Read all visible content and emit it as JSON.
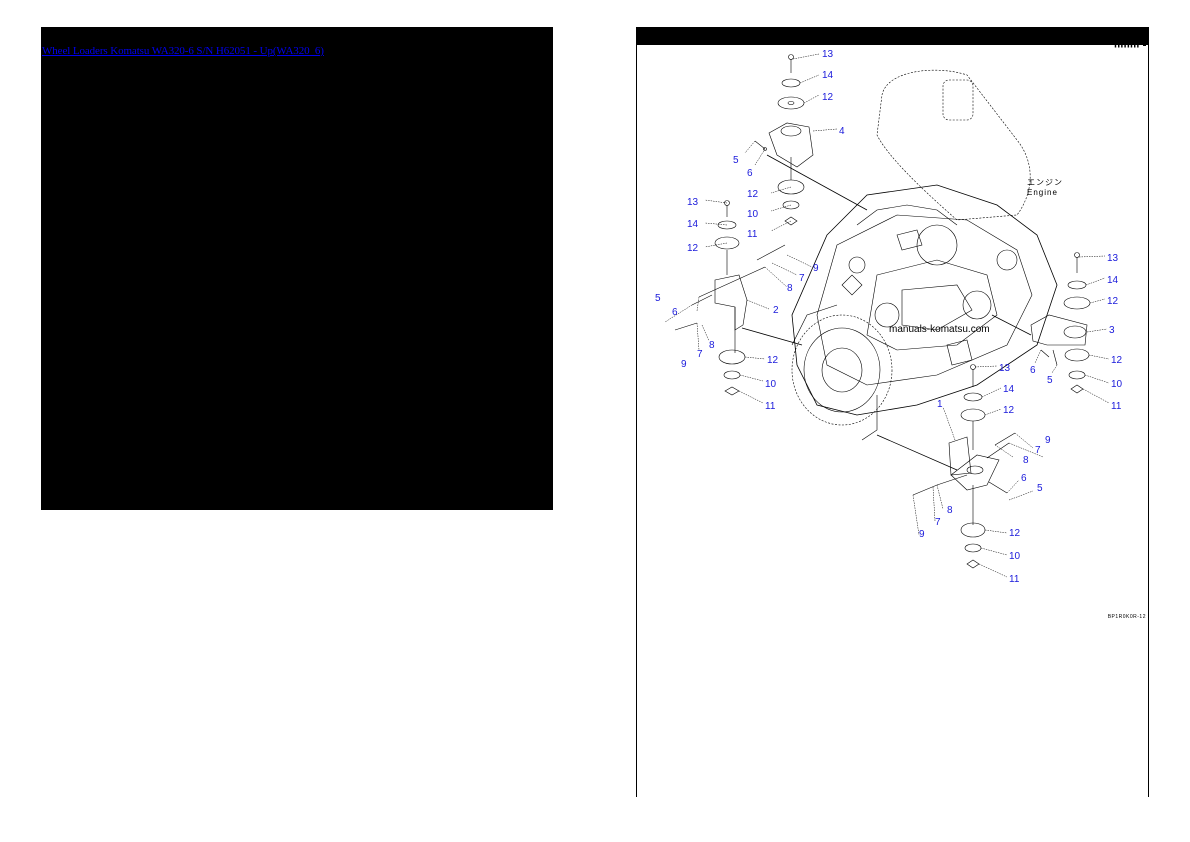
{
  "left_panel": {
    "link_text": "Wheel Loaders Komatsu WA320-6 S/N H62051 - Up(WA320_6)",
    "link_color": "#0000ee",
    "background": "#000000"
  },
  "right_panel": {
    "header_code": "▮▮▮▮▮▮▮▮",
    "footer_code": "BP1R0K0R-12",
    "diagram": {
      "engine_label_jp": "エンジン",
      "engine_label_en": "Engine",
      "watermark": "manuals-komatsu.com",
      "callout_color": "#1a1adb",
      "callouts": [
        {
          "id": "c1",
          "label": "13"
        },
        {
          "id": "c2",
          "label": "14"
        },
        {
          "id": "c3",
          "label": "12"
        },
        {
          "id": "c4",
          "label": "4"
        },
        {
          "id": "c5",
          "label": "5"
        },
        {
          "id": "c6",
          "label": "6"
        },
        {
          "id": "c7",
          "label": "12"
        },
        {
          "id": "c8",
          "label": "13"
        },
        {
          "id": "c9",
          "label": "10"
        },
        {
          "id": "c10",
          "label": "14"
        },
        {
          "id": "c11",
          "label": "11"
        },
        {
          "id": "c12",
          "label": "12"
        },
        {
          "id": "c13",
          "label": "9"
        },
        {
          "id": "c14",
          "label": "7"
        },
        {
          "id": "c15",
          "label": "5"
        },
        {
          "id": "c16",
          "label": "8"
        },
        {
          "id": "c17",
          "label": "6"
        },
        {
          "id": "c18",
          "label": "2"
        },
        {
          "id": "c19",
          "label": "9"
        },
        {
          "id": "c20",
          "label": "7"
        },
        {
          "id": "c21",
          "label": "8"
        },
        {
          "id": "c22",
          "label": "12"
        },
        {
          "id": "c23",
          "label": "10"
        },
        {
          "id": "c24",
          "label": "11"
        },
        {
          "id": "c25",
          "label": "13"
        },
        {
          "id": "c26",
          "label": "14"
        },
        {
          "id": "c27",
          "label": "12"
        },
        {
          "id": "c28",
          "label": "3"
        },
        {
          "id": "c29",
          "label": "6"
        },
        {
          "id": "c30",
          "label": "5"
        },
        {
          "id": "c31",
          "label": "12"
        },
        {
          "id": "c32",
          "label": "10"
        },
        {
          "id": "c33",
          "label": "11"
        },
        {
          "id": "c34",
          "label": "13"
        },
        {
          "id": "c35",
          "label": "14"
        },
        {
          "id": "c36",
          "label": "1"
        },
        {
          "id": "c37",
          "label": "12"
        },
        {
          "id": "c38",
          "label": "9"
        },
        {
          "id": "c39",
          "label": "7"
        },
        {
          "id": "c40",
          "label": "8"
        },
        {
          "id": "c41",
          "label": "6"
        },
        {
          "id": "c42",
          "label": "5"
        },
        {
          "id": "c43",
          "label": "8"
        },
        {
          "id": "c44",
          "label": "7"
        },
        {
          "id": "c45",
          "label": "9"
        },
        {
          "id": "c46",
          "label": "12"
        },
        {
          "id": "c47",
          "label": "10"
        },
        {
          "id": "c48",
          "label": "11"
        }
      ]
    }
  }
}
